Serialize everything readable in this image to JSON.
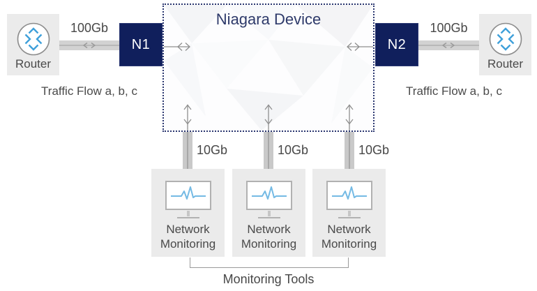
{
  "diagram": {
    "title": "Niagara Device",
    "port_n1": "N1",
    "port_n2": "N2",
    "left_router": {
      "label": "Router"
    },
    "right_router": {
      "label": "Router"
    },
    "left_link_speed": "100Gb",
    "right_link_speed": "100Gb",
    "left_traffic_flow": "Traffic Flow a, b, c",
    "right_traffic_flow": "Traffic Flow a, b, c",
    "monitor_links": [
      {
        "speed": "10Gb"
      },
      {
        "speed": "10Gb"
      },
      {
        "speed": "10Gb"
      }
    ],
    "monitors": [
      {
        "label": "Network Monitoring"
      },
      {
        "label": "Network Monitoring"
      },
      {
        "label": "Network Monitoring"
      }
    ],
    "group_label": "Monitoring Tools",
    "colors": {
      "navy_fill": "#101f5c",
      "title_navy": "#2e3a6a",
      "dotted_border_navy": "#2a366f",
      "link_gray": "#d2d2d2",
      "vertical_link_gray": "#c9c9c9",
      "device_box_gray": "#ebebeb",
      "text_gray": "#4a4a4a",
      "arrow_gray": "#8f8f8f",
      "accent_blue": "#3fa0da",
      "pulse_blue": "#74bae4"
    }
  }
}
